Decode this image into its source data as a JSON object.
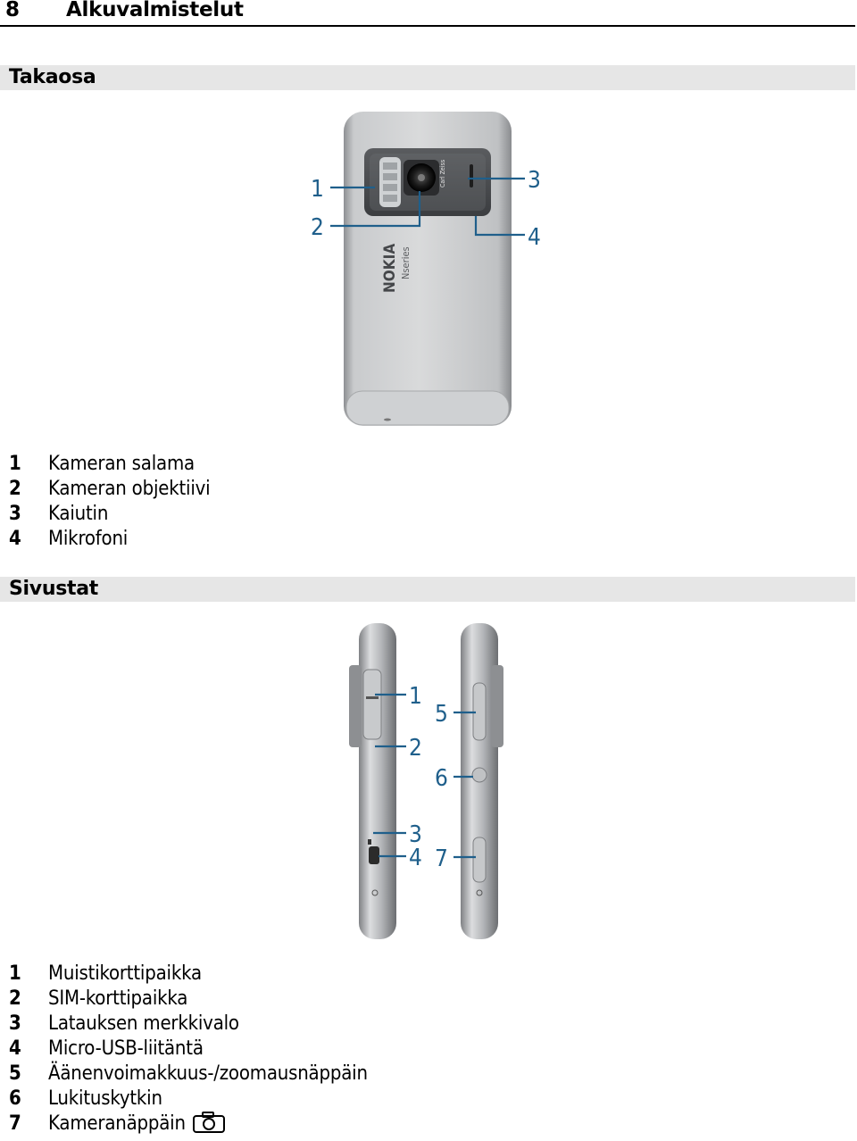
{
  "header": {
    "page_number": "8",
    "title": "Alkuvalmistelut"
  },
  "sections": {
    "back": {
      "title": "Takaosa",
      "callouts": [
        "1",
        "2",
        "3",
        "4"
      ],
      "items": [
        {
          "num": "1",
          "label": "Kameran salama"
        },
        {
          "num": "2",
          "label": "Kameran objektiivi"
        },
        {
          "num": "3",
          "label": "Kaiutin"
        },
        {
          "num": "4",
          "label": "Mikrofoni"
        }
      ]
    },
    "sides": {
      "title": "Sivustat",
      "callouts": [
        "1",
        "2",
        "3",
        "4",
        "5",
        "6",
        "7"
      ],
      "items": [
        {
          "num": "1",
          "label": "Muistikorttipaikka"
        },
        {
          "num": "2",
          "label": "SIM-korttipaikka"
        },
        {
          "num": "3",
          "label": "Latauksen merkkivalo"
        },
        {
          "num": "4",
          "label": "Micro-USB-liitäntä"
        },
        {
          "num": "5",
          "label": "Äänenvoimakkuus-/zoomausnäppäin"
        },
        {
          "num": "6",
          "label": "Lukituskytkin"
        },
        {
          "num": "7",
          "label": "Kameranäppäin"
        }
      ]
    }
  },
  "device_branding": {
    "brand": "NOKIA",
    "series": "Nseries",
    "lens_text": "Carl Zeiss"
  },
  "colors": {
    "callout": "#1f5f8b",
    "section_bar": "#e6e6e6"
  },
  "icons": {
    "camera_key": "camera-icon"
  }
}
